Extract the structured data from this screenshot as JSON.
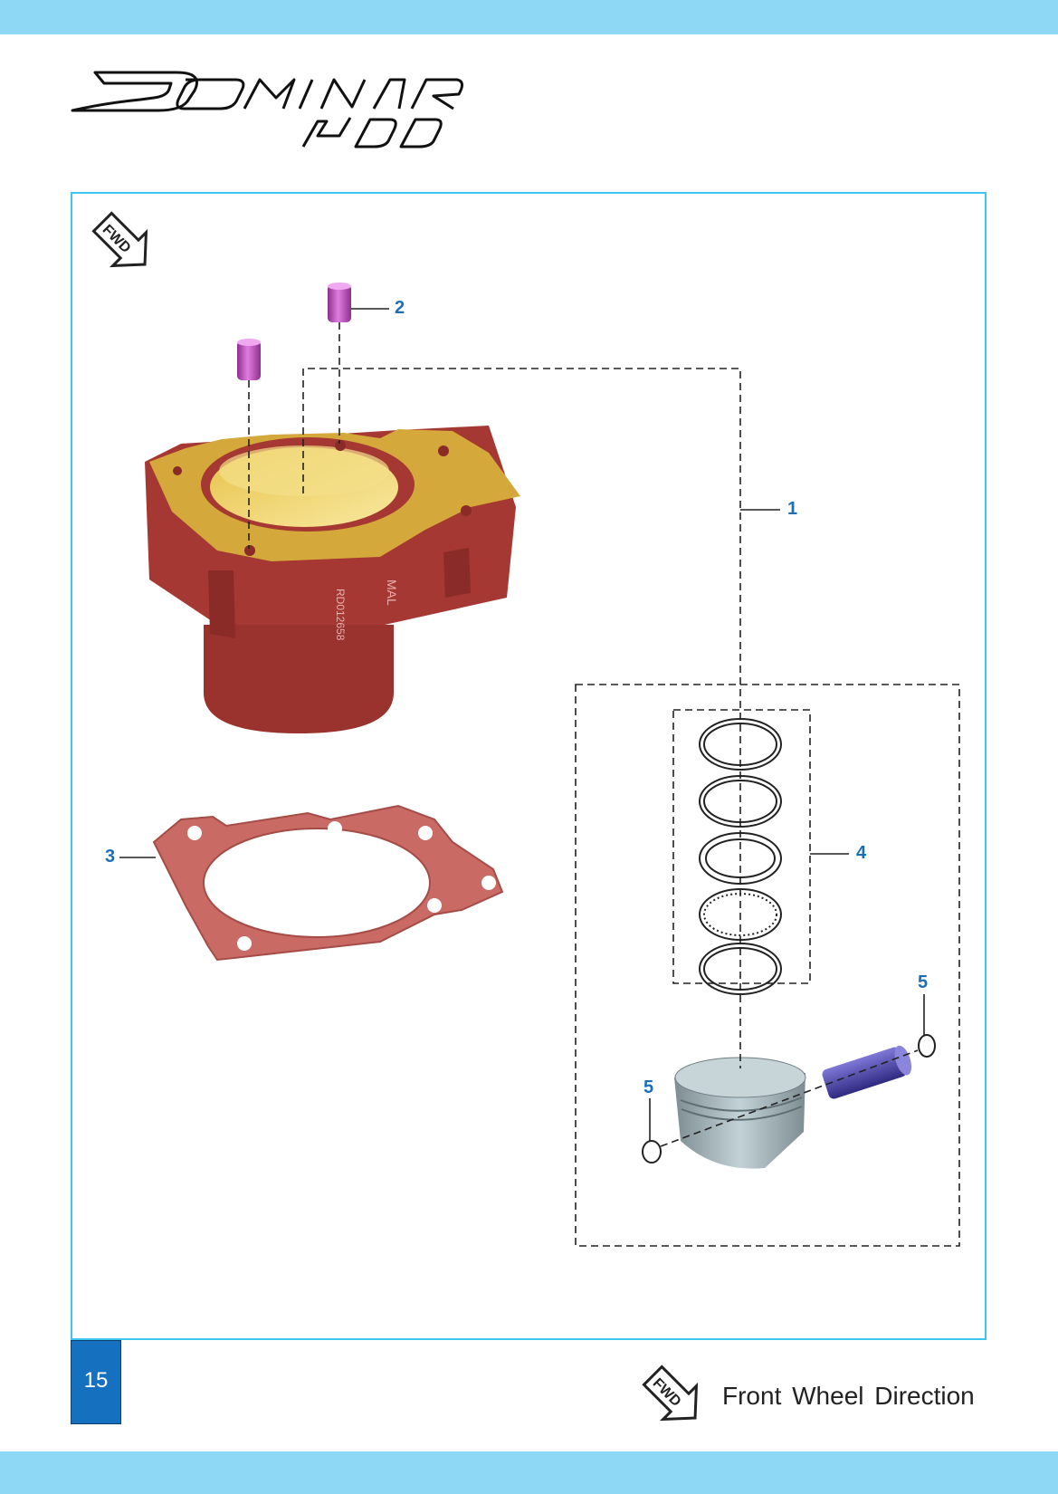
{
  "header": {
    "logo_word": "DOMINAR",
    "logo_model": "400"
  },
  "fwd_icon_text": "FWD",
  "callouts": {
    "c1": "1",
    "c2": "2",
    "c3": "3",
    "c4": "4",
    "c5a": "5",
    "c5b": "5"
  },
  "footer": {
    "page_number": "15",
    "legend_label": "Front Wheel Direction"
  },
  "colors": {
    "band": "#8fd8f5",
    "frame_border": "#3ec6ee",
    "callout": "#1b6fb8",
    "page_badge": "#1570c0",
    "cylinder": "#a23a35",
    "dowel": "#c04fc0",
    "gasket": "#c96a64",
    "piston": "#a4b4b8",
    "pin": "#4a44a8"
  }
}
